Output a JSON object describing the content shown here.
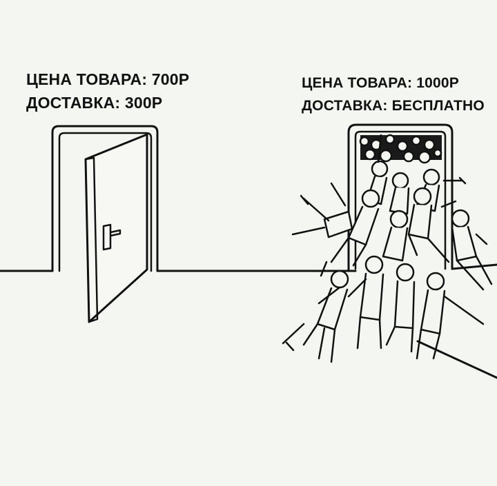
{
  "left_offer": {
    "price_line": "ЦЕНА ТОВАРА: 700Р",
    "delivery_line": "ДОСТАВКА: 300Р"
  },
  "right_offer": {
    "price_line": "ЦЕНА ТОВАРА: 1000Р",
    "delivery_line": "ДОСТАВКА: БЕСПЛАТНО"
  },
  "colors": {
    "background": "#f4f6f1",
    "ink": "#111111"
  }
}
